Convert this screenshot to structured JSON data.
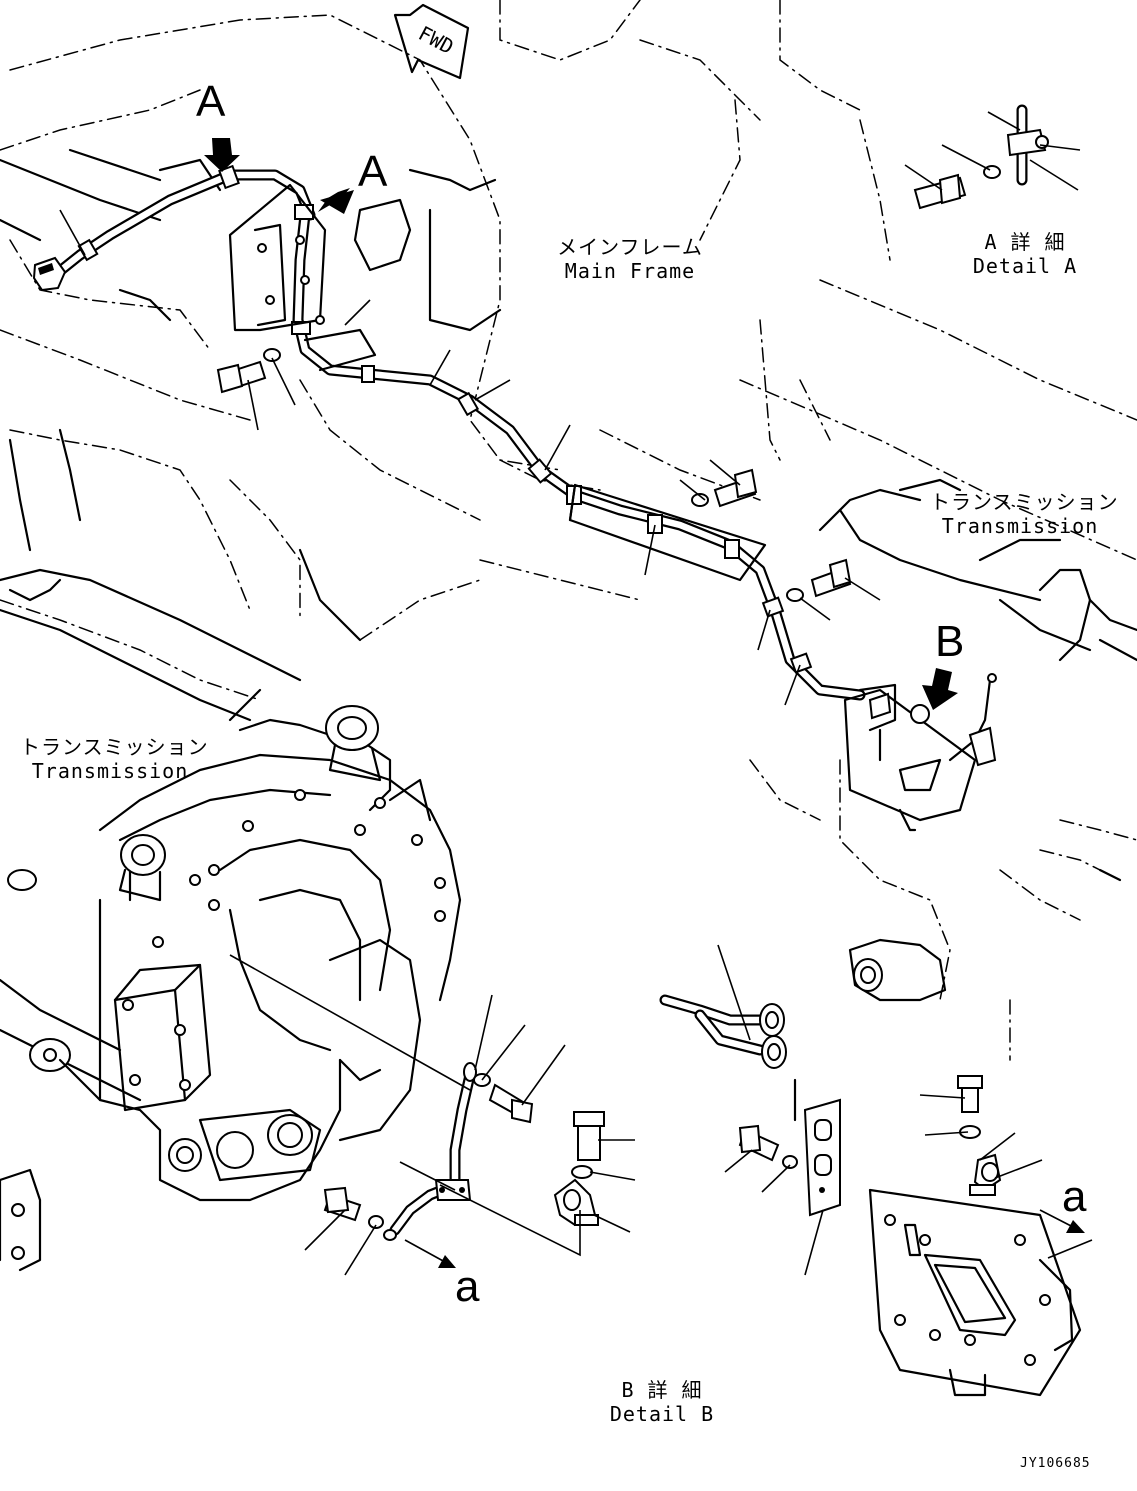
{
  "labels": {
    "main_frame": {
      "jp": "メインフレーム",
      "en": "Main Frame"
    },
    "transmission_right": {
      "jp": "トランスミッション",
      "en": "Transmission"
    },
    "transmission_left": {
      "jp": "トランスミッション",
      "en": "Transmission"
    },
    "detail_a": {
      "jp": "A 詳 細",
      "en": "Detail A"
    },
    "detail_b": {
      "jp": "B 詳 細",
      "en": "Detail B"
    },
    "fwd": "FWD",
    "view_a_1": "A",
    "view_a_2": "A",
    "view_b": "B",
    "ref_a_1": "a",
    "ref_a_2": "a",
    "drawing_id": "JY106685"
  }
}
